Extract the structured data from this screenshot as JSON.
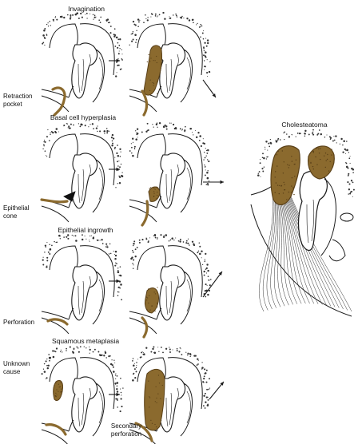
{
  "panels": [
    {
      "title": "Invagination",
      "side_label": "Retraction\npocket"
    },
    {
      "title": "Basal cell hyperplasia",
      "side_label": "Epithelial\ncone"
    },
    {
      "title": "Epithelial ingrowth",
      "side_label": "Perforation"
    },
    {
      "title": "Squamous metaplasia",
      "side_label": "Unknown\ncause",
      "bottom_label": "Secondary\nperforation"
    }
  ],
  "result": {
    "title": "Cholesteatoma"
  },
  "colors": {
    "ink": "#1a1a1a",
    "lesion": "#8b6a2e",
    "lesion_dark": "#5a4018",
    "bone_dot": "#333333"
  }
}
